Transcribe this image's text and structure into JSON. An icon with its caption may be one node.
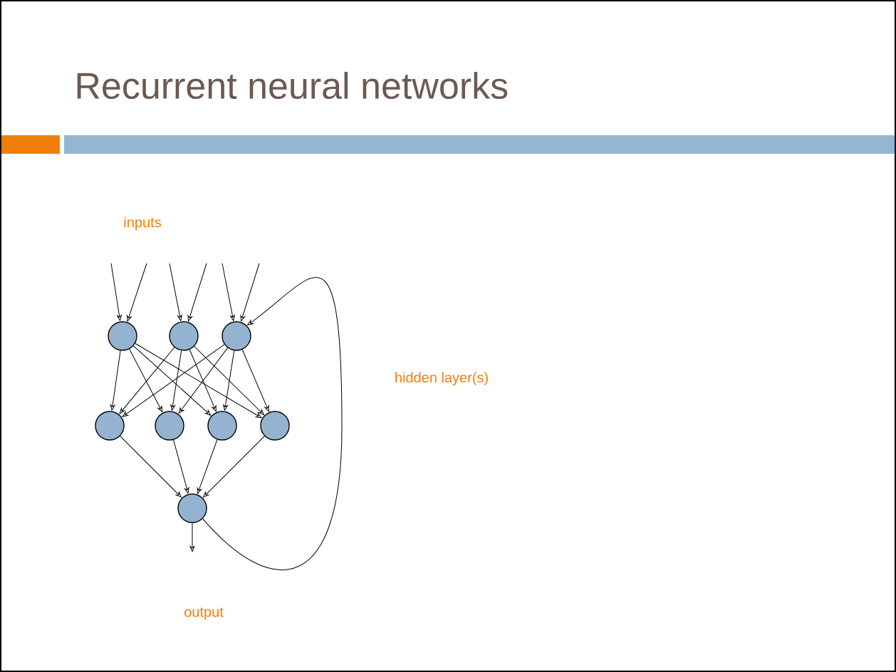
{
  "diagram": {
    "title": "Recurrent neural networks",
    "nodes": [
      {
        "text": [],
        "shape": "circle"
      },
      {
        "text": [],
        "shape": "circle"
      },
      {
        "text": [],
        "shape": "circle"
      },
      {
        "text": [],
        "shape": "circle"
      },
      {
        "text": [],
        "shape": "circle"
      },
      {
        "text": [],
        "shape": "circle"
      },
      {
        "text": [],
        "shape": "circle"
      },
      {
        "text": [],
        "shape": "circle"
      }
    ],
    "edges": [
      {
        "from": null,
        "to": 0,
        "arrow": "to"
      },
      {
        "from": null,
        "to": 0,
        "arrow": "to"
      },
      {
        "from": null,
        "to": 1,
        "arrow": "to"
      },
      {
        "from": null,
        "to": 1,
        "arrow": "to"
      },
      {
        "from": null,
        "to": 2,
        "arrow": "to"
      },
      {
        "from": null,
        "to": 2,
        "arrow": "to"
      },
      {
        "from": 0,
        "to": 3,
        "arrow": "to"
      },
      {
        "from": 0,
        "to": 4,
        "arrow": "to"
      },
      {
        "from": 0,
        "to": 5,
        "arrow": "to"
      },
      {
        "from": 0,
        "to": 6,
        "arrow": "to"
      },
      {
        "from": 1,
        "to": 3,
        "arrow": "to"
      },
      {
        "from": 1,
        "to": 4,
        "arrow": "to"
      },
      {
        "from": 1,
        "to": 5,
        "arrow": "to"
      },
      {
        "from": 1,
        "to": 6,
        "arrow": "to"
      },
      {
        "from": 2,
        "to": 3,
        "arrow": "to"
      },
      {
        "from": 2,
        "to": 4,
        "arrow": "to"
      },
      {
        "from": 2,
        "to": 5,
        "arrow": "to"
      },
      {
        "from": 2,
        "to": 6,
        "arrow": "to"
      },
      {
        "from": 3,
        "to": 7,
        "arrow": "to"
      },
      {
        "from": 4,
        "to": 7,
        "arrow": "to"
      },
      {
        "from": 5,
        "to": 7,
        "arrow": "to"
      },
      {
        "from": 6,
        "to": 7,
        "arrow": "to"
      },
      {
        "from": 7,
        "to": null,
        "arrow": "to"
      },
      {
        "from": 7,
        "to": 2,
        "arrow": "to"
      }
    ],
    "labels": [
      "inputs",
      "hidden layer(s)",
      "output"
    ]
  }
}
